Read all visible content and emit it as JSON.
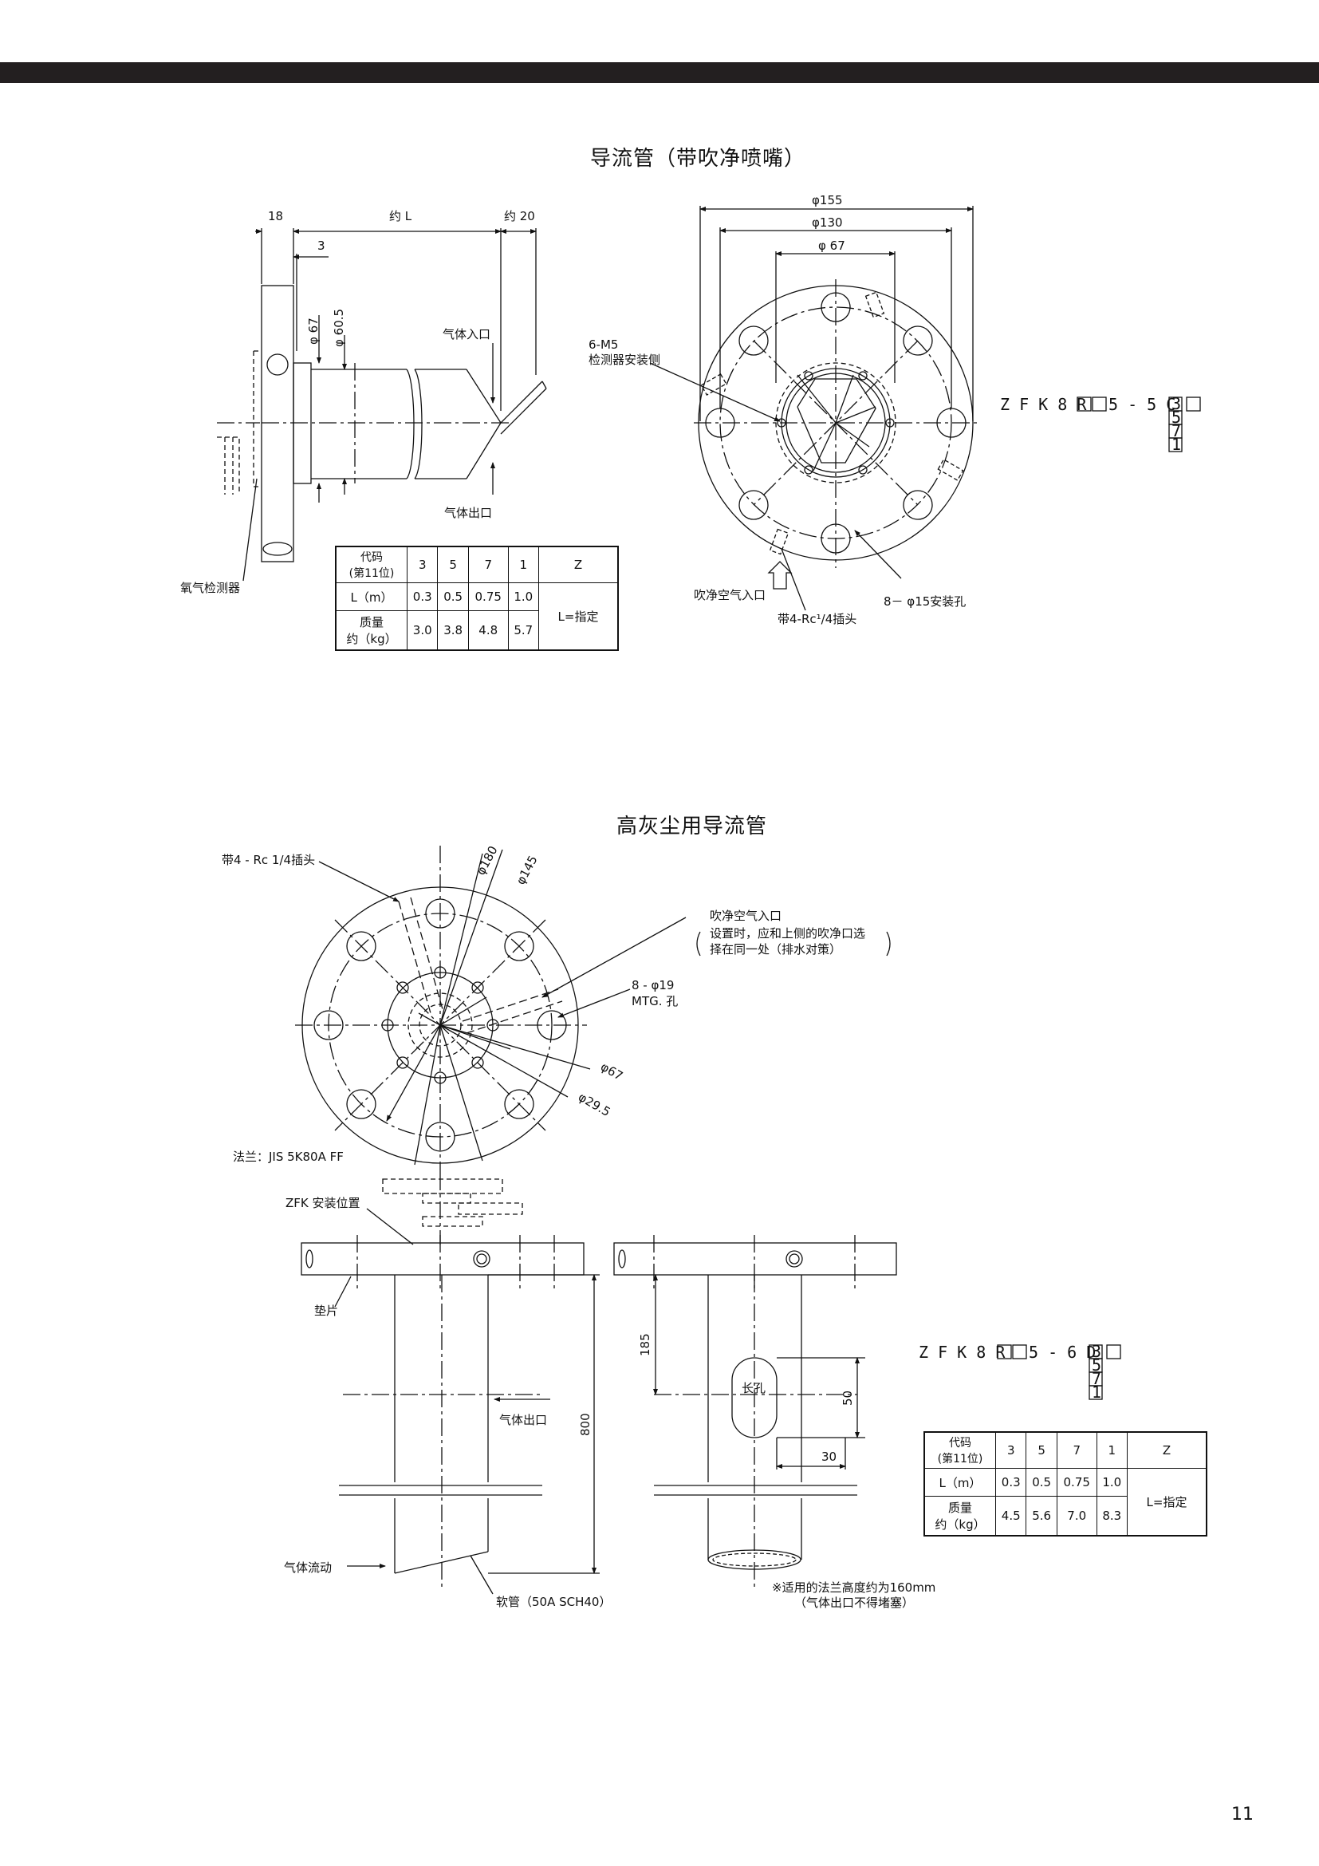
{
  "page_number": "11",
  "section1": {
    "title": "导流管（带吹净喷嘴）",
    "dims": {
      "d18": "18",
      "d3": "3",
      "approxL": "约 L",
      "approx20": "约 20",
      "phi67": "φ 67",
      "phi605": "φ 60.5",
      "phi155": "φ155",
      "phi130": "φ130",
      "phi67b": "φ 67"
    },
    "labels": {
      "gas_in": "气体入口",
      "gas_out": "气体出口",
      "oxygen_detector": "氧气检测器",
      "m5": "6-M5",
      "detector_side": "检测器安装侧",
      "purge_in": "吹净空气入口",
      "plug": "带4-Rc¹/4插头",
      "holes": "8－ φ15安装孔"
    },
    "model_code": {
      "prefix": "Z F K 8 R",
      "mid": "5 - 5 C",
      "options": [
        "3",
        "5",
        "7",
        "1"
      ]
    },
    "table": {
      "header": [
        "代码\n(第11位)",
        "3",
        "5",
        "7",
        "1",
        "Z"
      ],
      "row_l": [
        "L（m）",
        "0.3",
        "0.5",
        "0.75",
        "1.0"
      ],
      "row_mass": [
        "质量\n约（kg）",
        "3.0",
        "3.8",
        "4.8",
        "5.7"
      ],
      "z_value": "L=指定"
    }
  },
  "section2": {
    "title": "高灰尘用导流管",
    "dims": {
      "phi180": "φ180",
      "phi145": "φ145",
      "phi67": "φ67",
      "phi295": "φ29.5",
      "d185": "185",
      "d800": "800",
      "d50": "50",
      "d30": "30"
    },
    "labels": {
      "plug": "带4 - Rc 1/4插头",
      "purge_in": "吹净空气入口",
      "purge_note1": "设置时，应和上侧的吹净口选",
      "purge_note2": "择在同一处（排水对策）",
      "holes1": "8 - φ19",
      "holes2": "MTG. 孔",
      "flange": "法兰：JIS 5K80A FF",
      "zfk_pos": "ZFK 安装位置",
      "gasket": "垫片",
      "gas_out": "气体出口",
      "gas_flow": "气体流动",
      "tube": "软管（50A SCH40）",
      "slot": "长孔",
      "note1": "※适用的法兰高度约为160mm",
      "note2": "（气体出口不得堵塞）"
    },
    "model_code": {
      "prefix": "Z F K 8 R",
      "mid": "5 - 6 D",
      "options": [
        "3",
        "5",
        "7",
        "1"
      ]
    },
    "table": {
      "header": [
        "代码\n(第11位)",
        "3",
        "5",
        "7",
        "1",
        "Z"
      ],
      "row_l": [
        "L（m）",
        "0.3",
        "0.5",
        "0.75",
        "1.0"
      ],
      "row_mass": [
        "质量\n约（kg）",
        "4.5",
        "5.6",
        "7.0",
        "8.3"
      ],
      "z_value": "L=指定"
    }
  }
}
